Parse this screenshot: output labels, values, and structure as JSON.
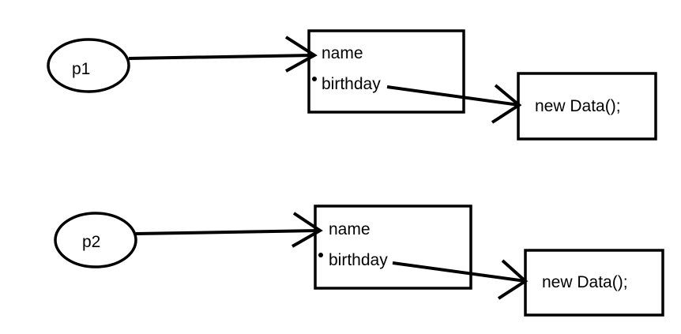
{
  "diagram": {
    "group1": {
      "reference": "p1",
      "object": {
        "field1": "name",
        "field2": "birthday"
      },
      "target": "new Data();"
    },
    "group2": {
      "reference": "p2",
      "object": {
        "field1": "name",
        "field2": "birthday"
      },
      "target": "new Data();"
    }
  },
  "colors": {
    "stroke": "#000000",
    "background": "#ffffff"
  }
}
